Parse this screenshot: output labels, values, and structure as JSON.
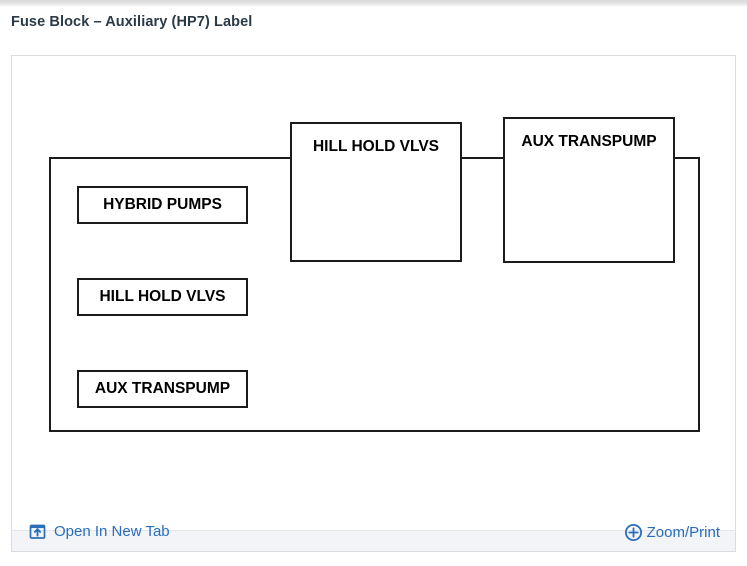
{
  "page": {
    "title": "Fuse Block – Auxiliary (HP7) Label"
  },
  "colors": {
    "link_blue": "#2a6ebb",
    "title_text": "#2b3a47",
    "card_border": "#dcdcdc",
    "toolbar_bg": "#f2f4f8",
    "diagram_stroke": "#1b1b1b"
  },
  "diagram": {
    "name": "fuse-block-auxiliary-hp7-label",
    "boxes": [
      {
        "id": "hybrid-pumps",
        "label": "HYBRID PUMPS"
      },
      {
        "id": "hill-hold-vlvs-left",
        "label": "HILL HOLD VLVS"
      },
      {
        "id": "aux-transpump-left",
        "label": "AUX TRANSPUMP"
      },
      {
        "id": "hill-hold-vlvs-large",
        "label": "HILL HOLD VLVS"
      },
      {
        "id": "aux-transpump-large",
        "label": "AUX TRANSPUMP"
      }
    ]
  },
  "toolbar": {
    "open_new_tab_label": "Open In New Tab",
    "zoom_print_label": "Zoom/Print",
    "open_new_tab_icon": "open-in-new-tab-icon",
    "zoom_print_icon": "circle-plus-icon"
  }
}
